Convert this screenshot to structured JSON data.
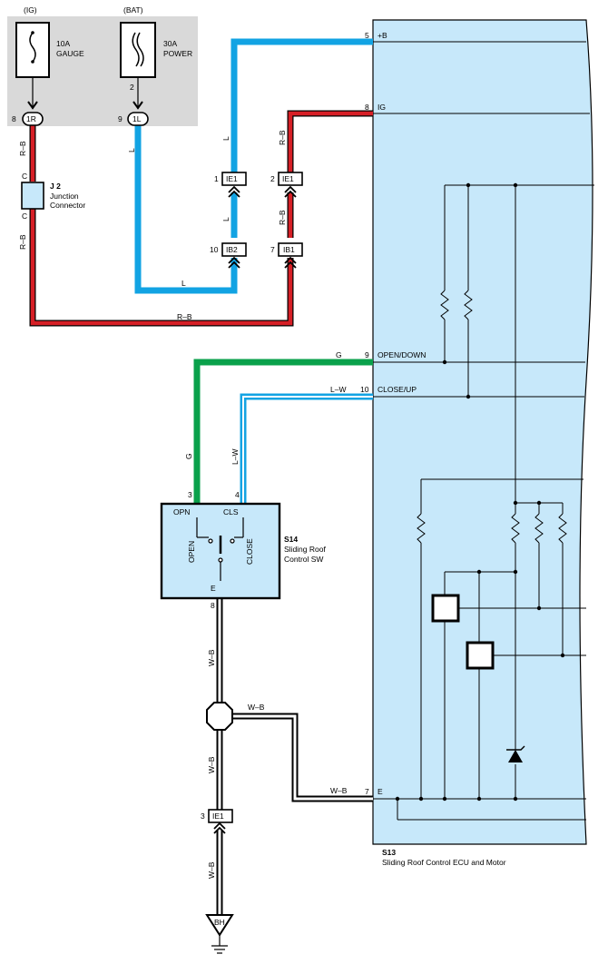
{
  "fuses": {
    "ig": {
      "source": "(IG)",
      "rating": "10A",
      "name": "GAUGE"
    },
    "bat": {
      "source": "(BAT)",
      "rating": "30A",
      "name": "POWER",
      "pin": "2"
    }
  },
  "connectors": {
    "c1r": {
      "pin": "8",
      "label": "1R"
    },
    "c1l": {
      "pin": "9",
      "label": "1L"
    },
    "ie1_a": {
      "pin": "1",
      "label": "IE1"
    },
    "ie1_b": {
      "pin": "2",
      "label": "IE1"
    },
    "ib2": {
      "pin": "10",
      "label": "IB2"
    },
    "ib1": {
      "pin": "7",
      "label": "IB1"
    },
    "ie1_c": {
      "pin": "3",
      "label": "IE1"
    },
    "ground": {
      "label": "BH"
    }
  },
  "junction": {
    "id": "J 2",
    "name1": "Junction",
    "name2": "Connector",
    "pin_top": "C",
    "pin_bottom": "C"
  },
  "wire_colors": {
    "rb": "R–B",
    "l": "L",
    "g": "G",
    "lw": "L–W",
    "wb": "W–B"
  },
  "switch": {
    "id": "S14",
    "name1": "Sliding Roof",
    "name2": "Control SW",
    "pin_opn": "3",
    "pin_cls": "4",
    "pin_e": "8",
    "term_opn": "OPN",
    "term_cls": "CLS",
    "term_e": "E",
    "contact_open": "OPEN",
    "contact_close": "CLOSE"
  },
  "ecu": {
    "id": "S13",
    "name": "Sliding Roof Control ECU and Motor",
    "pins": [
      {
        "num": "5",
        "name": "+B"
      },
      {
        "num": "8",
        "name": "IG"
      },
      {
        "num": "9",
        "name": "OPEN/DOWN"
      },
      {
        "num": "10",
        "name": "CLOSE/UP"
      },
      {
        "num": "7",
        "name": "E"
      }
    ]
  },
  "colors": {
    "red": "#d61f26",
    "blue": "#12a3e3",
    "green": "#0aa14b",
    "ecu_fill": "#c7e8fa",
    "fuse_box": "#d9d9d9"
  }
}
